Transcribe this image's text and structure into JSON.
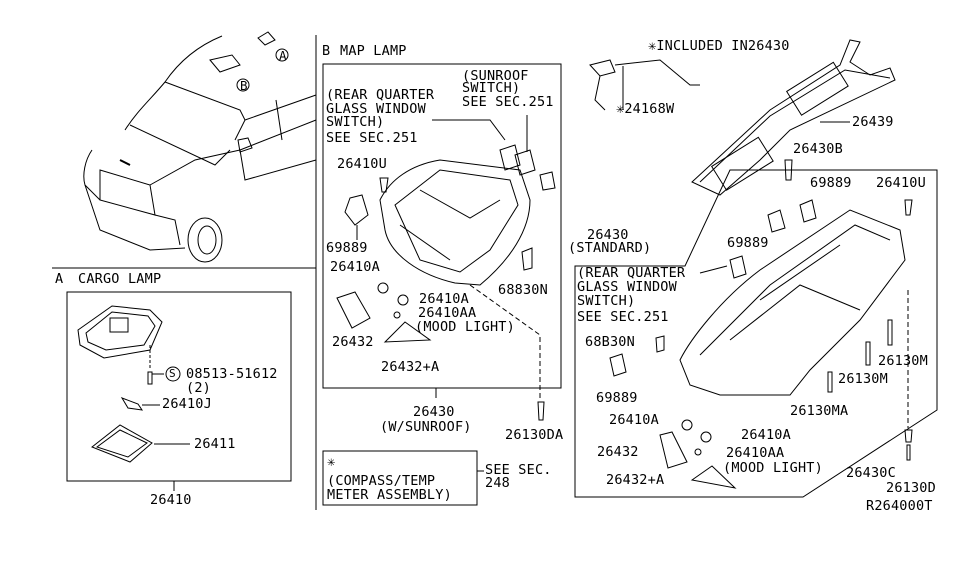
{
  "diagram_id": "R264000T",
  "sections": {
    "cargo_lamp": {
      "letter": "A",
      "title": "CARGO LAMP",
      "parts": {
        "screw": "08513-51612",
        "screw_symbol": "S",
        "screw_qty": "(2)",
        "bulb": "26410J",
        "lens": "26411",
        "assembly": "26410"
      }
    },
    "map_lamp": {
      "letter": "B",
      "title": "MAP LAMP",
      "notes": {
        "rear_quarter": [
          "(REAR QUARTER",
          "GLASS WINDOW",
          "SWITCH)",
          "SEE SEC.251"
        ],
        "sunroof": [
          "(SUNROOF",
          "SWITCH)",
          "SEE SEC.251"
        ]
      },
      "parts": {
        "clip": "26410U",
        "switch": "69889",
        "bulb_a_left": "26410A",
        "bulb_a_right": "26410A",
        "bulb_aa": "26410AA",
        "mood_light": "(MOOD LIGHT)",
        "lens": "26432",
        "lens_a": "26432+A",
        "connector": "68830N",
        "assembly": "26430",
        "assembly_variant": "(W/SUNROOF)",
        "screw": "26130DA"
      }
    },
    "compass_note": {
      "asterisk": "✳",
      "lines": [
        "(COMPASS/TEMP",
        "METER ASSEMBLY)"
      ],
      "see_sec": [
        "SEE SEC.",
        "248"
      ]
    },
    "console": {
      "included_note": "✳INCLUDED IN26430",
      "harness": "✳24168W",
      "finisher": "26439",
      "clip": "26430B"
    },
    "standard": {
      "assembly": "26430",
      "assembly_variant": "(STANDARD)",
      "notes": {
        "rear_quarter": [
          "(REAR QUARTER",
          "GLASS WINDOW",
          "SWITCH)",
          "SEE SEC.251"
        ]
      },
      "parts": {
        "switch_top": "69889",
        "clip": "26410U",
        "switch_mid": "69889",
        "connector": "68B30N",
        "switch_bottom": "69889",
        "screw_m1": "26130M",
        "screw_m2": "26130M",
        "screw_ma": "26130MA",
        "bulb_a_left": "26410A",
        "bulb_a_right": "26410A",
        "bulb_aa": "26410AA",
        "mood_light": "(MOOD LIGHT)",
        "lens": "26432",
        "lens_a": "26432+A",
        "clip_c": "26430C",
        "screw_d": "26130D"
      }
    }
  },
  "vehicle_callouts": [
    "A",
    "B"
  ]
}
